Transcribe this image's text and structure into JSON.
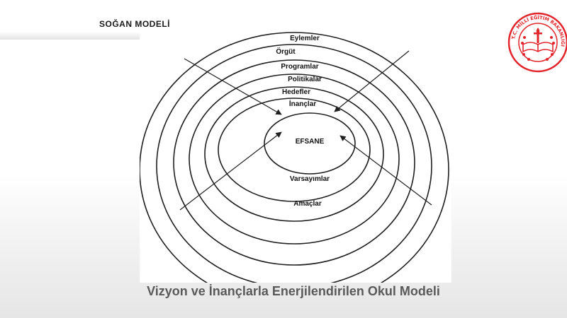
{
  "header": {
    "title": "SOĞAN MODELİ"
  },
  "logo": {
    "ring_text": "T.C. MİLLİ EĞİTİM BAKANLIĞI",
    "color": "#e3242b"
  },
  "diagram": {
    "layers": [
      {
        "label": "Eylemler"
      },
      {
        "label": "Örgüt"
      },
      {
        "label": "Programlar"
      },
      {
        "label": "Politikalar"
      },
      {
        "label": "Hedefler"
      },
      {
        "label": "İnançlar"
      },
      {
        "label": "EFSANE"
      },
      {
        "label": "Varsayımlar"
      },
      {
        "label": "Amaçlar"
      }
    ],
    "arrow_count": 4
  },
  "caption": "Vizyon ve İnançlarla Enerjilendirilen Okul Modeli",
  "colors": {
    "ink": "#1f1f1f",
    "caption": "#595959",
    "accent": "#e3242b"
  }
}
